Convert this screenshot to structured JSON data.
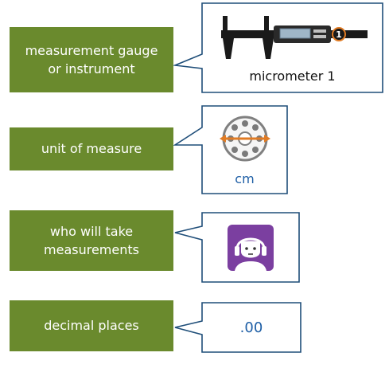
{
  "rows": [
    {
      "label_line1": "measurement gauge",
      "label_line2": "or instrument",
      "caption": "micrometer 1",
      "icon": "caliper-icon",
      "badge": "1"
    },
    {
      "label": "unit of measure",
      "caption": "cm",
      "icon": "ruler-gauge-icon"
    },
    {
      "label_line1": "who will take",
      "label_line2": "measurements",
      "icon": "person-icon"
    },
    {
      "label": "decimal places",
      "caption": ".00"
    }
  ],
  "colors": {
    "label_background": "#6a8a2d",
    "label_text": "#ffffff",
    "callout_border": "#1f4e79",
    "accent_orange": "#e07b24",
    "accent_purple": "#7b3fa0",
    "value_blue": "#1f5fa6"
  }
}
